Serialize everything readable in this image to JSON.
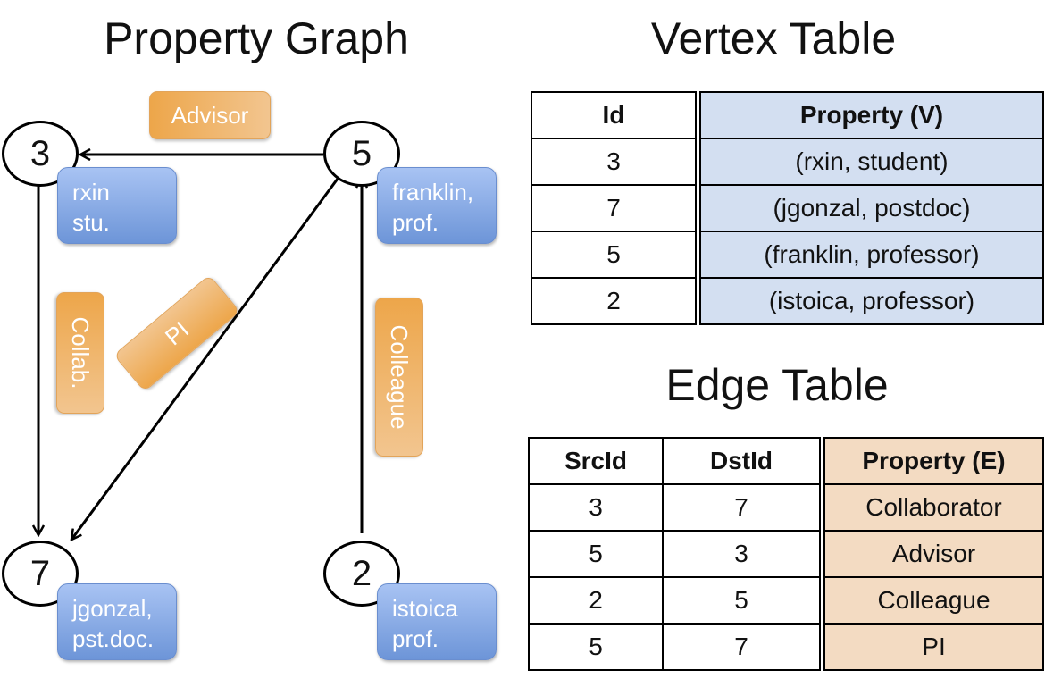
{
  "titles": {
    "graph": "Property Graph",
    "vertex": "Vertex Table",
    "edge": "Edge Table"
  },
  "colors": {
    "vertex_box": "#7fa3e2",
    "edge_label": "#eeae5e",
    "vertex_table_fill": "#d3dff1",
    "edge_table_fill": "#f3dbc2"
  },
  "graph": {
    "nodes": [
      {
        "id": "3",
        "label": "rxin\nstu."
      },
      {
        "id": "5",
        "label": "franklin,\nprof."
      },
      {
        "id": "7",
        "label": "jgonzal,\npst.doc."
      },
      {
        "id": "2",
        "label": "istoica\nprof."
      }
    ],
    "edges": [
      {
        "src": "5",
        "dst": "3",
        "label": "Advisor"
      },
      {
        "src": "3",
        "dst": "7",
        "label": "Collab."
      },
      {
        "src": "5",
        "dst": "7",
        "label": "PI"
      },
      {
        "src": "2",
        "dst": "5",
        "label": "Colleague"
      }
    ]
  },
  "vertex_table": {
    "headers": [
      "Id",
      "Property (V)"
    ],
    "rows": [
      [
        "3",
        "(rxin, student)"
      ],
      [
        "7",
        "(jgonzal, postdoc)"
      ],
      [
        "5",
        "(franklin, professor)"
      ],
      [
        "2",
        "(istoica, professor)"
      ]
    ]
  },
  "edge_table": {
    "headers": [
      "SrcId",
      "DstId",
      "Property (E)"
    ],
    "rows": [
      [
        "3",
        "7",
        "Collaborator"
      ],
      [
        "5",
        "3",
        "Advisor"
      ],
      [
        "2",
        "5",
        "Colleague"
      ],
      [
        "5",
        "7",
        "PI"
      ]
    ]
  }
}
